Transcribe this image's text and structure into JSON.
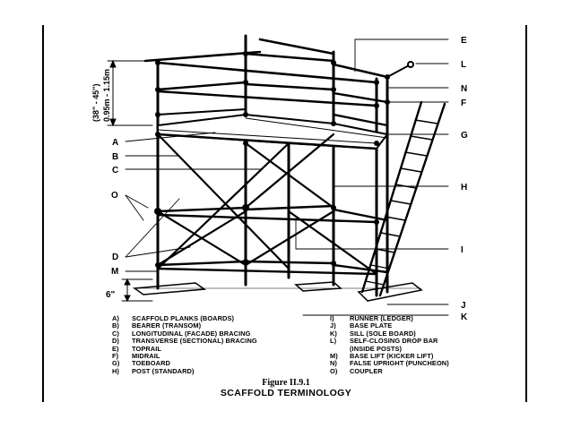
{
  "figure": {
    "number": "Figure II.9.1",
    "title": "SCAFFOLD TERMINOLOGY"
  },
  "dimensions": {
    "guardrail_height": "0.95m - 1.15m",
    "guardrail_height_inches": "(38\" - 45\")",
    "toeboard_height": "6\""
  },
  "callouts_left": [
    "A",
    "B",
    "C",
    "O",
    "D",
    "M"
  ],
  "callouts_right": [
    "E",
    "L",
    "N",
    "F",
    "G",
    "H",
    "I",
    "J",
    "K"
  ],
  "legend_left": [
    {
      "key": "A)",
      "text": "SCAFFOLD PLANKS (BOARDS)"
    },
    {
      "key": "B)",
      "text": "BEARER (TRANSOM)"
    },
    {
      "key": "C)",
      "text": "LONGITUDINAL (FACADE) BRACING"
    },
    {
      "key": "D)",
      "text": "TRANSVERSE (SECTIONAL) BRACING"
    },
    {
      "key": "E)",
      "text": "TOPRAIL"
    },
    {
      "key": "F)",
      "text": "MIDRAIL"
    },
    {
      "key": "G)",
      "text": "TOEBOARD"
    },
    {
      "key": "H)",
      "text": "POST (STANDARD)"
    }
  ],
  "legend_right": [
    {
      "key": "I)",
      "text": "RUNNER (LEDGER)"
    },
    {
      "key": "J)",
      "text": "BASE PLATE"
    },
    {
      "key": "K)",
      "text": "SILL (SOLE BOARD)"
    },
    {
      "key": "L)",
      "text": "SELF-CLOSING DROP BAR"
    },
    {
      "key": "",
      "text": "(INSIDE POSTS)"
    },
    {
      "key": "M)",
      "text": "BASE LIFT (KICKER LIFT)"
    },
    {
      "key": "N)",
      "text": "FALSE UPRIGHT (PUNCHEON)"
    },
    {
      "key": "O)",
      "text": "COUPLER"
    }
  ]
}
